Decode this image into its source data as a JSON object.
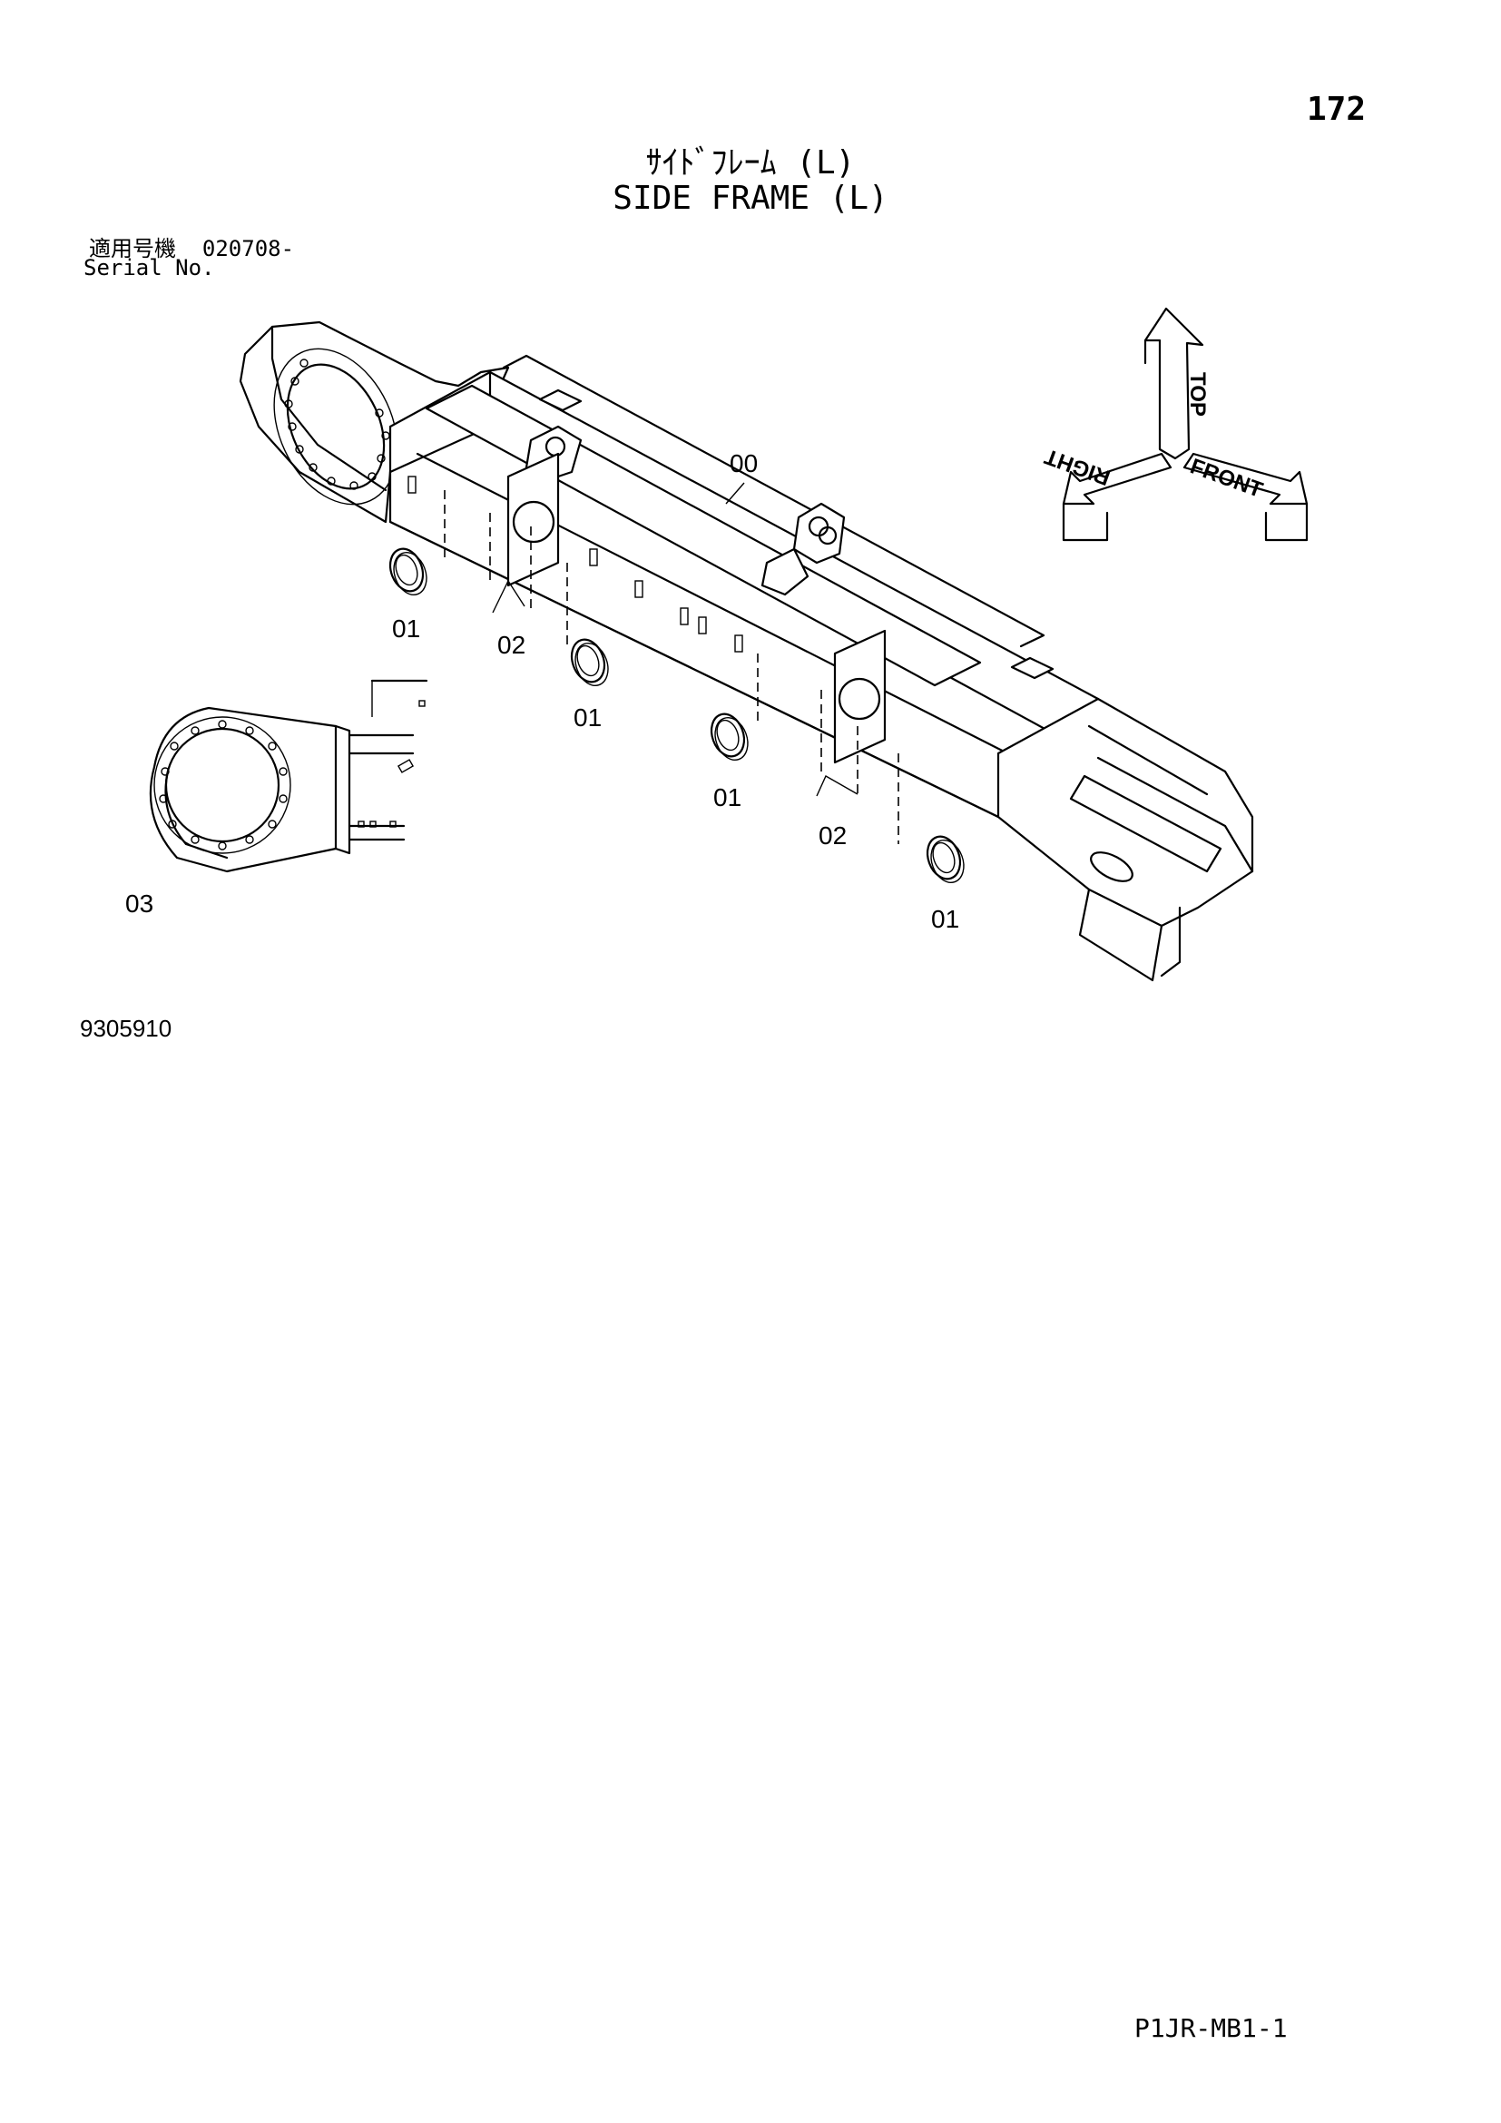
{
  "page_number": "172",
  "title": {
    "japanese": "ｻｲﾄﾞﾌﾚｰﾑ (L)",
    "english": "SIDE FRAME (L)"
  },
  "serial": {
    "label_jp": "適用号機",
    "value": "020708-",
    "label_en": "Serial No."
  },
  "drawing_number": "9305910",
  "footer_code": "P1JR-MB1-1",
  "orientation": {
    "top": "TOP",
    "right": "RIGHT",
    "front": "FRONT"
  },
  "callouts": {
    "frame": "00",
    "seal_1": "01",
    "seal_2": "01",
    "seal_3": "01",
    "seal_4": "01",
    "bolt_1": "02",
    "bolt_2": "02",
    "detail": "03"
  }
}
